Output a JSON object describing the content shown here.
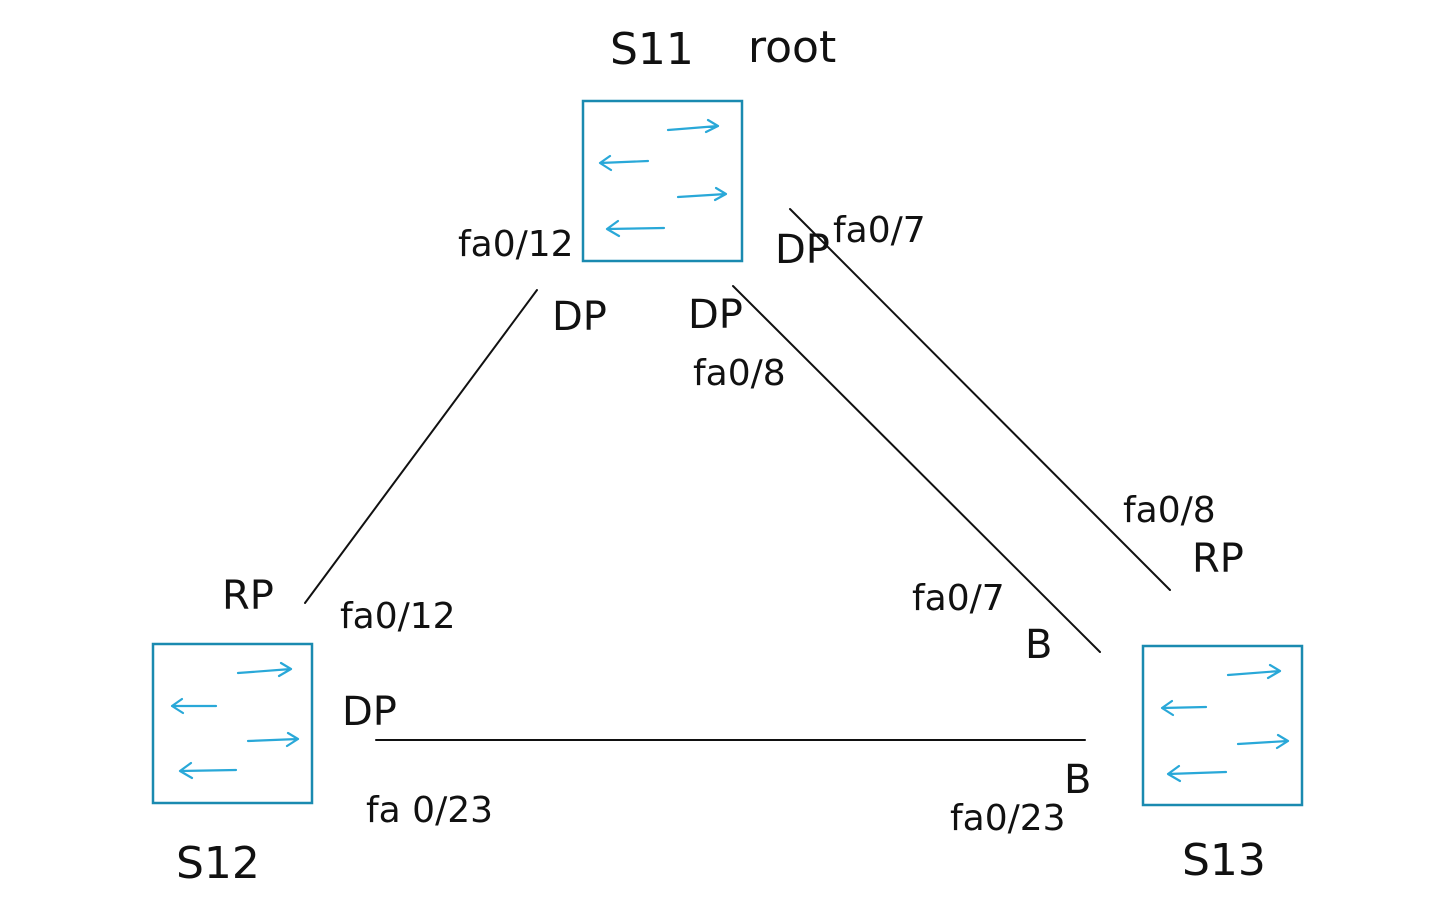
{
  "colors": {
    "switch_border": "#1a8ab0",
    "arrow": "#29a8d8",
    "line": "#111111"
  },
  "switches": {
    "s11": {
      "name": "S11",
      "role": "root",
      "icon": "switch-icon"
    },
    "s12": {
      "name": "S12",
      "icon": "switch-icon"
    },
    "s13": {
      "name": "S13",
      "icon": "switch-icon"
    }
  },
  "links": {
    "s11_s12": {
      "s11_port": "fa0/12",
      "s11_role": "DP",
      "s12_port": "fa0/12",
      "s12_role": "RP"
    },
    "s11_s13_a": {
      "s11_port": "fa0/8",
      "s11_role": "DP",
      "s13_port": "fa0/7",
      "s13_role": "B"
    },
    "s11_s13_b": {
      "s11_port": "fa0/7",
      "s11_role": "DP",
      "s13_port": "fa0/8",
      "s13_role": "RP"
    },
    "s12_s13": {
      "s12_port": "fa 0/23",
      "s12_role": "DP",
      "s13_port": "fa0/23",
      "s13_role": "B"
    }
  }
}
